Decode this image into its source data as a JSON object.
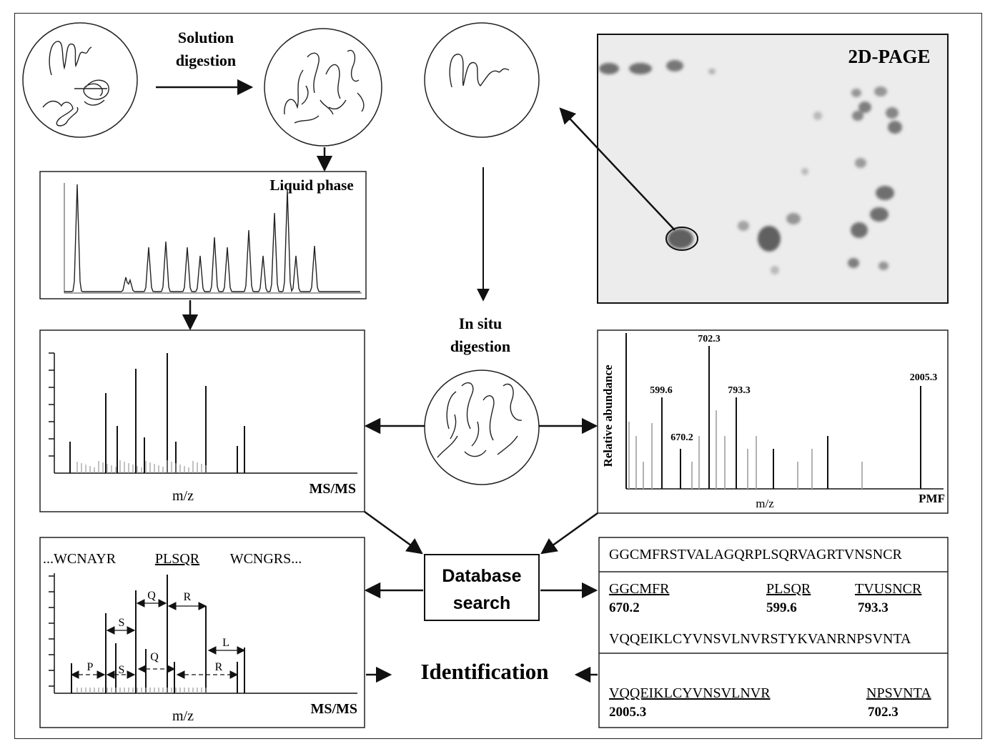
{
  "labels": {
    "solution_digestion_1": "Solution",
    "solution_digestion_2": "digestion",
    "gel_title": "2D-PAGE",
    "liquid_phase": "Liquid phase",
    "in_situ_1": "In situ",
    "in_situ_2": "digestion",
    "msms_top": "MS/MS",
    "msms_top_xlabel": "m/z",
    "pmf": "PMF",
    "pmf_xlabel": "m/z",
    "pmf_ylabel": "Relative abundance",
    "database_search_1": "Database",
    "database_search_2": "search",
    "identification": "Identification",
    "msms_bottom": "MS/MS",
    "msms_bottom_xlabel": "m/z"
  },
  "pmf_peaks": [
    "599.6",
    "670.2",
    "702.3",
    "793.3",
    "2005.3"
  ],
  "sequence_top": {
    "seq_left": "...WCNAYR",
    "seq_mid": "PLSQR",
    "seq_right": "WCNGRS..."
  },
  "ladder_labels": [
    "P",
    "S",
    "S",
    "Q",
    "Q",
    "R",
    "L",
    "R"
  ],
  "db_results": {
    "sequence_1": "GGCMFRSTVALAGQRPLSQRVAGRTVNSNCR",
    "peptides_1": [
      {
        "seq": "GGCMFR",
        "mass": "670.2"
      },
      {
        "seq": "PLSQR",
        "mass": "599.6"
      },
      {
        "seq": "TVUSNCR",
        "mass": "793.3"
      }
    ],
    "sequence_2": "VQQEIKLCYVNSVLNVRSTYKVANRNPSVNTA",
    "peptides_2": [
      {
        "seq": "VQQEIKLCYVNSVLNVR",
        "mass": "2005.3"
      },
      {
        "seq": "NPSVNTA",
        "mass": "702.3"
      }
    ]
  },
  "colors": {
    "ink": "#111111",
    "panel_border": "#222222",
    "gel_bg": "#e9e9e9",
    "spot": "#6a6a6a"
  }
}
